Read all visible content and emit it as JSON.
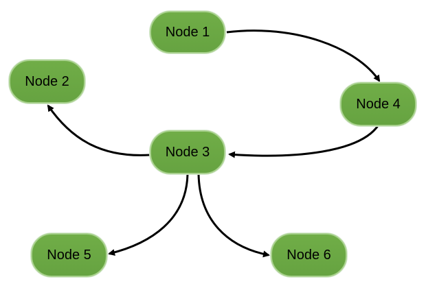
{
  "nodes": [
    {
      "id": "node-1",
      "label": "Node 1"
    },
    {
      "id": "node-2",
      "label": "Node 2"
    },
    {
      "id": "node-3",
      "label": "Node 3"
    },
    {
      "id": "node-4",
      "label": "Node 4"
    },
    {
      "id": "node-5",
      "label": "Node 5"
    },
    {
      "id": "node-6",
      "label": "Node 6"
    }
  ],
  "edges": [
    {
      "from": "Node 1",
      "to": "Node 4"
    },
    {
      "from": "Node 4",
      "to": "Node 3"
    },
    {
      "from": "Node 3",
      "to": "Node 2"
    },
    {
      "from": "Node 3",
      "to": "Node 5"
    },
    {
      "from": "Node 3",
      "to": "Node 6"
    }
  ],
  "colors": {
    "node_fill": "#70ad47",
    "node_border": "#a9d18e",
    "edge": "#000000"
  }
}
